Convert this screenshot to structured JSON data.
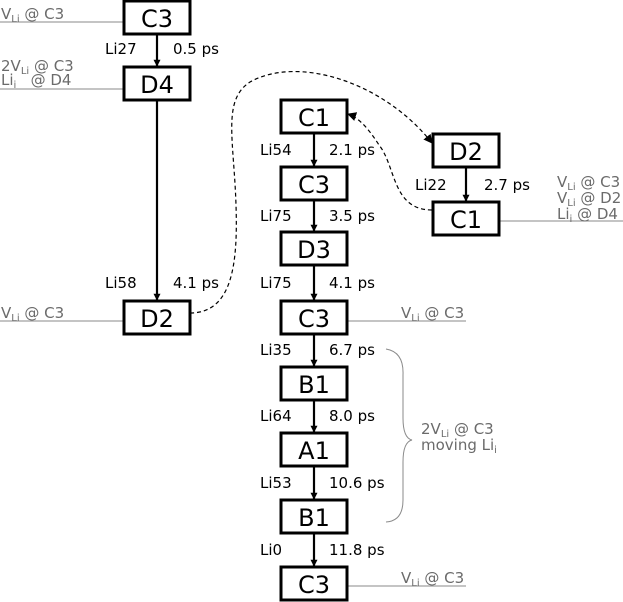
{
  "nodes": {
    "c3_top": "C3",
    "d4_left": "D4",
    "d2_left": "D2",
    "c1_mid": "C1",
    "c3_mid1": "C3",
    "d3_mid": "D3",
    "c3_mid2": "C3",
    "b1_mid1": "B1",
    "a1_mid": "A1",
    "b1_mid2": "B1",
    "c3_bottom": "C3",
    "d2_right": "D2",
    "c1_right": "C1"
  },
  "edges": {
    "c3_to_d4": {
      "atom": "Li27",
      "time": "0.5 ps"
    },
    "d4_to_d2": {
      "atom": "Li58",
      "time": "4.1 ps"
    },
    "c1_to_c3": {
      "atom": "Li54",
      "time": "2.1 ps"
    },
    "c3_to_d3": {
      "atom": "Li75",
      "time": "3.5 ps"
    },
    "d3_to_c3": {
      "atom": "Li75",
      "time": "4.1 ps"
    },
    "c3_to_b1": {
      "atom": "Li35",
      "time": "6.7 ps"
    },
    "b1_to_a1": {
      "atom": "Li64",
      "time": "8.0 ps"
    },
    "a1_to_b1": {
      "atom": "Li53",
      "time": "10.6 ps"
    },
    "b1_to_c3": {
      "atom": "Li0",
      "time": "11.8 ps"
    },
    "d2_to_c1": {
      "atom": "Li22",
      "time": "2.7 ps"
    }
  },
  "annotations": {
    "top_left": {
      "prefix": "V",
      "sub": "Li",
      "rest": " @ C3"
    },
    "d4_line1": {
      "prefix": "2V",
      "sub": "Li",
      "rest": " @ C3"
    },
    "d4_line2": {
      "prefix": "Li",
      "sub": "i",
      "rest": "   @ D4"
    },
    "d2_left": {
      "prefix": "V",
      "sub": "Li",
      "rest": " @ C3"
    },
    "c3_mid": {
      "prefix": "V",
      "sub": "Li",
      "rest": " @ C3"
    },
    "c3_bottom": {
      "prefix": "V",
      "sub": "Li",
      "rest": " @ C3"
    },
    "right_line1": {
      "prefix": "V",
      "sub": "Li",
      "rest": " @ C3"
    },
    "right_line2": {
      "prefix": "V",
      "sub": "Li",
      "rest": " @ D2"
    },
    "right_line3": {
      "prefix": "Li",
      "sub": "i",
      "rest": " @ D4"
    },
    "brace_line1": {
      "prefix": "2V",
      "sub": "Li",
      "rest": " @ C3"
    },
    "brace_line2": {
      "prefix": "moving Li",
      "sub": "i",
      "rest": ""
    }
  }
}
